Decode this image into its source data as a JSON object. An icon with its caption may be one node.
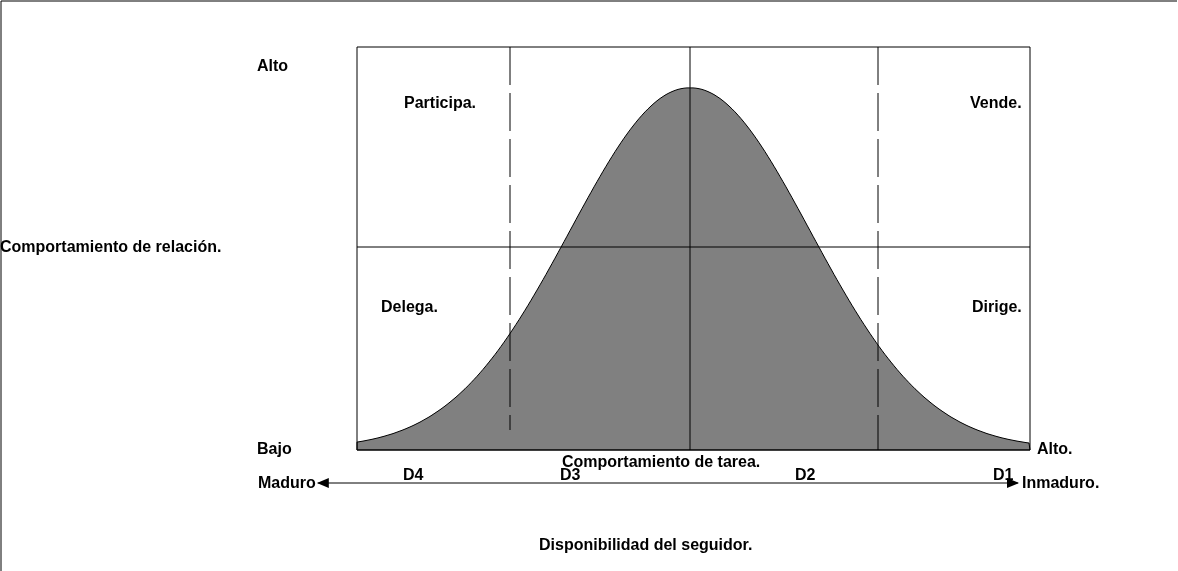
{
  "diagram": {
    "nodes": [
      {
        "text": [
          "Maduro"
        ]
      },
      {
        "text": [
          "Inmaduro."
        ]
      }
    ],
    "edges": [
      {
        "from": 0,
        "to": 1,
        "arrow": "both"
      }
    ],
    "labels": [
      "Alto",
      "Participa.",
      "Vende.",
      "Comportamiento de relación.",
      "Delega.",
      "Dirige.",
      "Bajo",
      "Comportamiento de tarea.",
      "Alto.",
      "D4",
      "D3",
      "D2",
      "D1",
      "Disponibilidad del seguidor."
    ]
  }
}
